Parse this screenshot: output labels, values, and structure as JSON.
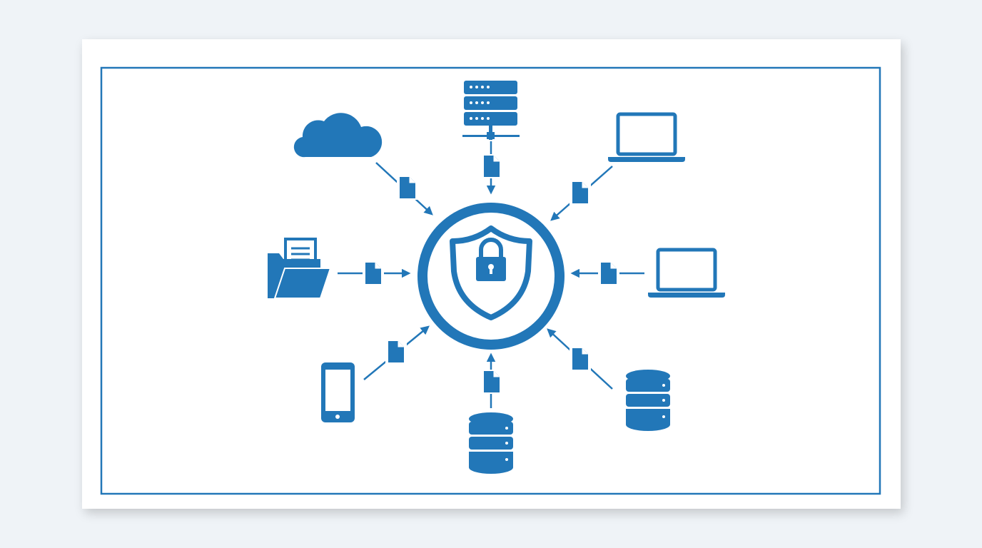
{
  "diagram": {
    "colors": {
      "accent": "#2277b8",
      "background": "#eff3f7",
      "card": "#ffffff"
    },
    "center": {
      "icon": "shield-lock-icon",
      "frame": "circle"
    },
    "nodes": [
      {
        "icon": "cloud-icon",
        "direction": "to-center"
      },
      {
        "icon": "server-rack-icon",
        "direction": "to-center"
      },
      {
        "icon": "laptop-icon",
        "direction": "to-center"
      },
      {
        "icon": "folder-documents-icon",
        "direction": "to-center"
      },
      {
        "icon": "laptop-icon",
        "direction": "to-center"
      },
      {
        "icon": "smartphone-icon",
        "direction": "to-center"
      },
      {
        "icon": "database-icon",
        "direction": "to-center"
      },
      {
        "icon": "database-icon",
        "direction": "to-center"
      }
    ],
    "connector_icon": "document-icon"
  }
}
